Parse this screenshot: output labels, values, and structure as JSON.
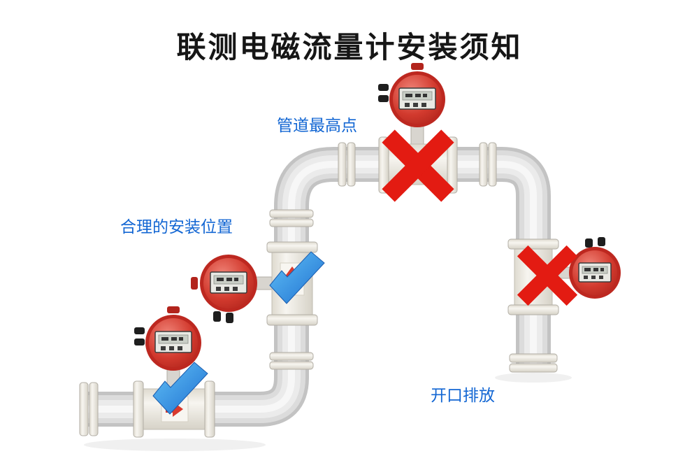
{
  "title": "联测电磁流量计安装须知",
  "annotations": {
    "highest_point_label": "管道最高点",
    "good_position_label": "合理的安装位置",
    "open_discharge_label": "开口排放"
  },
  "colors": {
    "label_blue": "#1266d3",
    "check_blue_light": "#62c2f7",
    "check_blue_dark": "#1e6fd0",
    "cross_red": "#e31b12",
    "meter_head_red": "#c8352b",
    "meter_body_cream": "#efece4",
    "pipe_gray": "#d9d9d9",
    "background": "#ffffff"
  }
}
